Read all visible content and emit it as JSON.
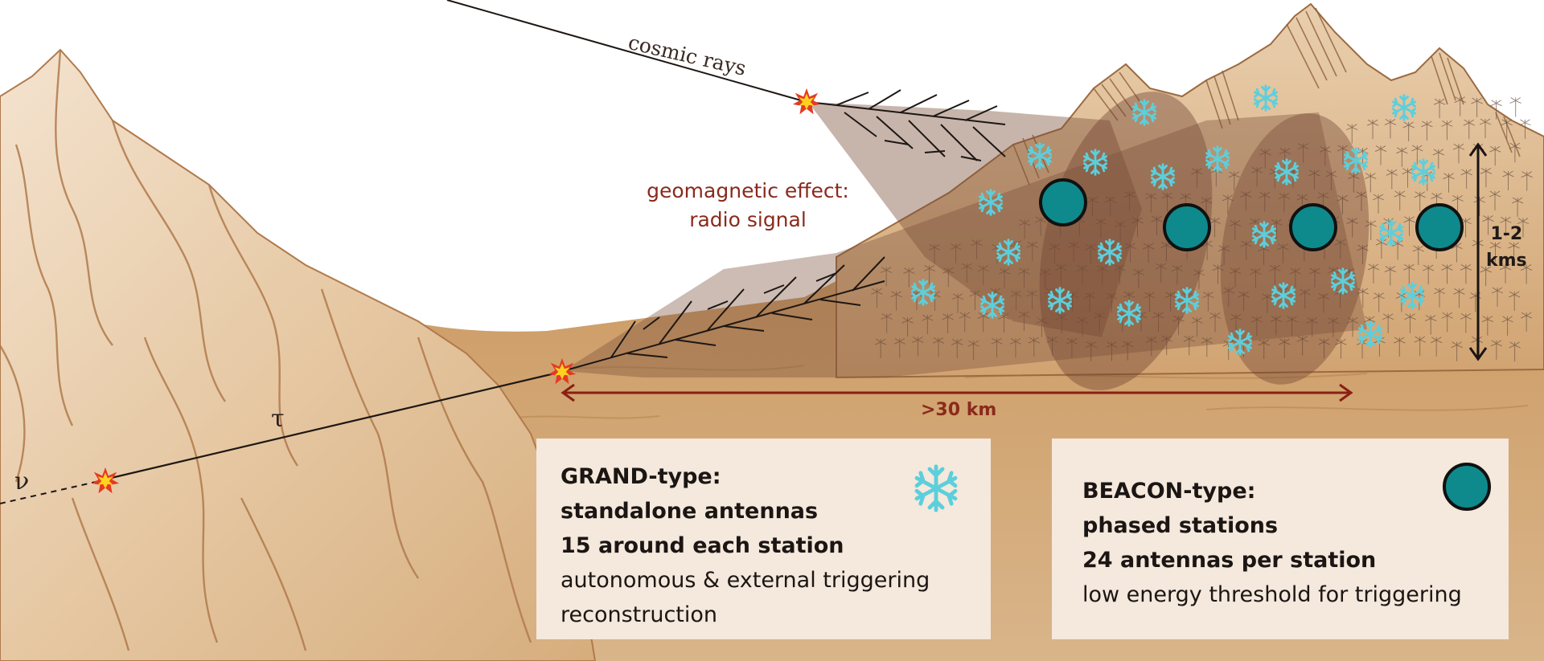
{
  "labels": {
    "cosmic_rays": "cosmic rays",
    "geomagnetic_line1": "geomagnetic effect:",
    "geomagnetic_line2": "radio signal",
    "neutrino": "ν",
    "tau": "τ",
    "distance": ">30 km",
    "height_line1": "1-2",
    "height_line2": "kms"
  },
  "legend_grand": {
    "title": "GRAND-type:",
    "line2": "standalone antennas",
    "line3": "15 around each station",
    "line4": "autonomous & external triggering",
    "line5": "reconstruction",
    "icon": "snowflake-antenna-icon"
  },
  "legend_beacon": {
    "title": "BEACON-type:",
    "line2": "phased stations",
    "line3": "24 antennas per station",
    "line4": "low energy threshold for triggering",
    "icon": "teal-circle-station-icon"
  },
  "colors": {
    "antenna_cyan": "#5ccfdc",
    "station_teal": "#0e8a8c",
    "dark_red": "#8a2a1c",
    "mountain_tan": "#d4a878",
    "legend_bg": "#f5e8dc"
  }
}
